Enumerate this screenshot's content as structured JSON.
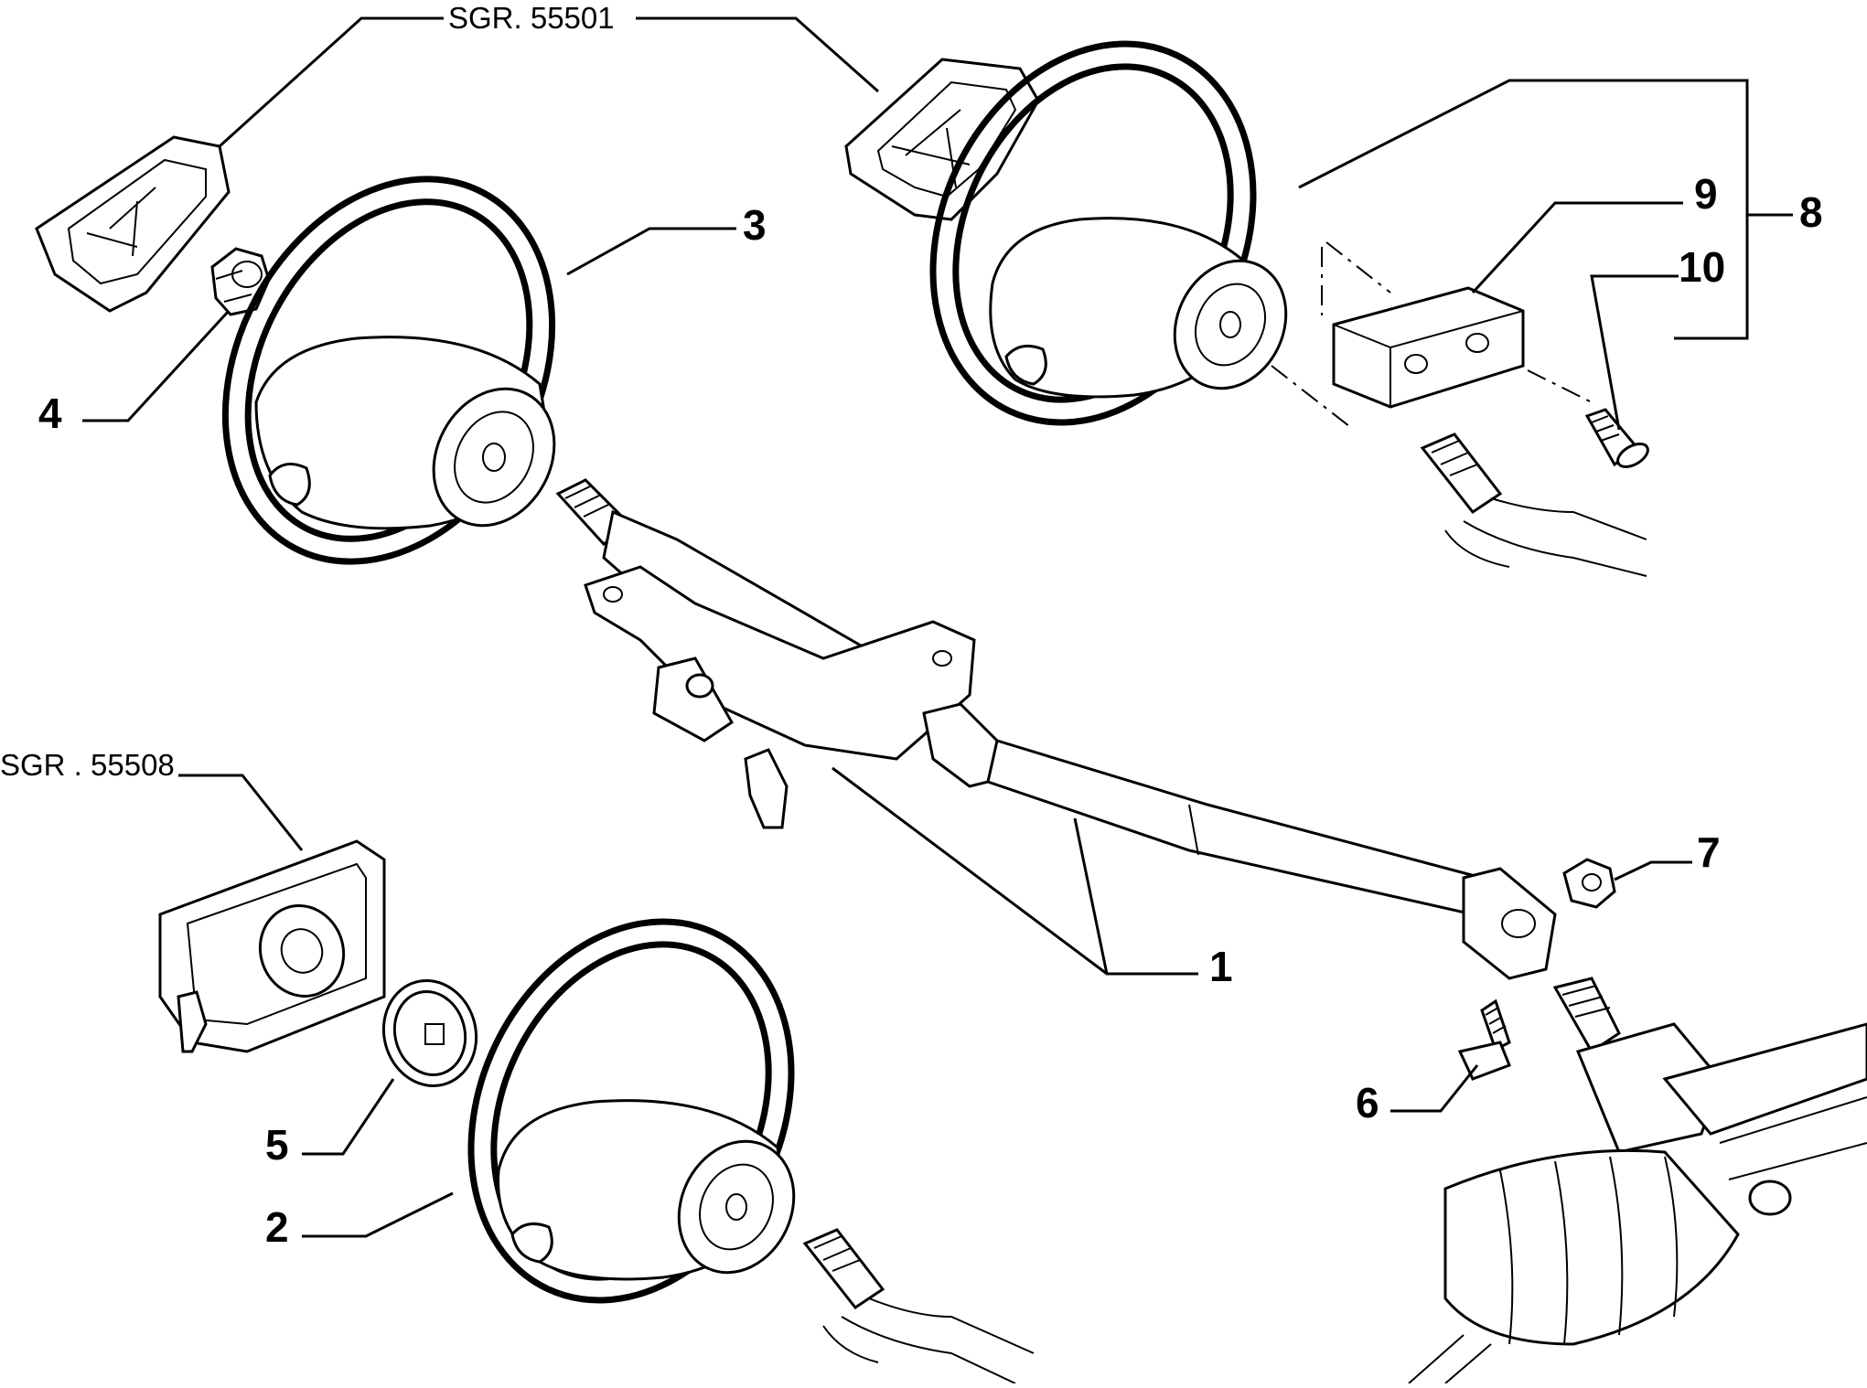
{
  "diagram": {
    "callouts": [
      {
        "id": "1",
        "label": "1"
      },
      {
        "id": "2",
        "label": "2"
      },
      {
        "id": "3",
        "label": "3"
      },
      {
        "id": "4",
        "label": "4"
      },
      {
        "id": "5",
        "label": "5"
      },
      {
        "id": "6",
        "label": "6"
      },
      {
        "id": "7",
        "label": "7"
      },
      {
        "id": "8",
        "label": "8"
      },
      {
        "id": "9",
        "label": "9"
      },
      {
        "id": "10",
        "label": "10"
      }
    ],
    "references": [
      {
        "id": "sgr-55501",
        "label": "SGR. 55501"
      },
      {
        "id": "sgr-55508",
        "label": "SGR . 55508"
      }
    ]
  }
}
